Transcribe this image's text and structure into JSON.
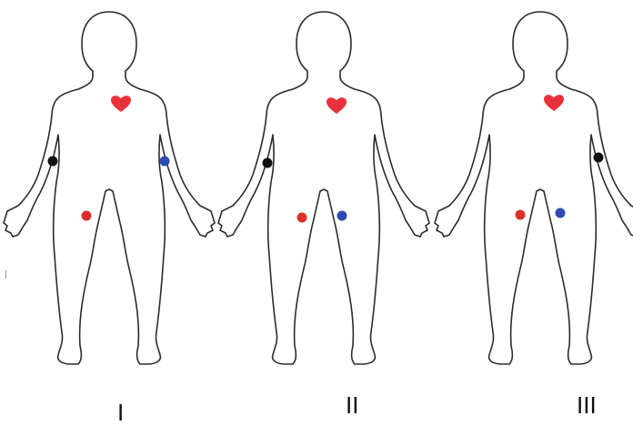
{
  "colors": {
    "outline": "#2b2b2b",
    "heart": "#e8323b",
    "red_electrode": "#d9302e",
    "blue_electrode": "#2b4bb0",
    "black_electrode": "#111111"
  },
  "panels": [
    {
      "label": "I",
      "electrodes": [
        "right-arm-black",
        "left-arm-blue",
        "right-leg-red"
      ]
    },
    {
      "label": "II",
      "electrodes": [
        "right-arm-black",
        "right-leg-red",
        "left-leg-blue"
      ]
    },
    {
      "label": "III",
      "electrodes": [
        "left-arm-black",
        "right-leg-red",
        "left-leg-blue"
      ]
    }
  ]
}
